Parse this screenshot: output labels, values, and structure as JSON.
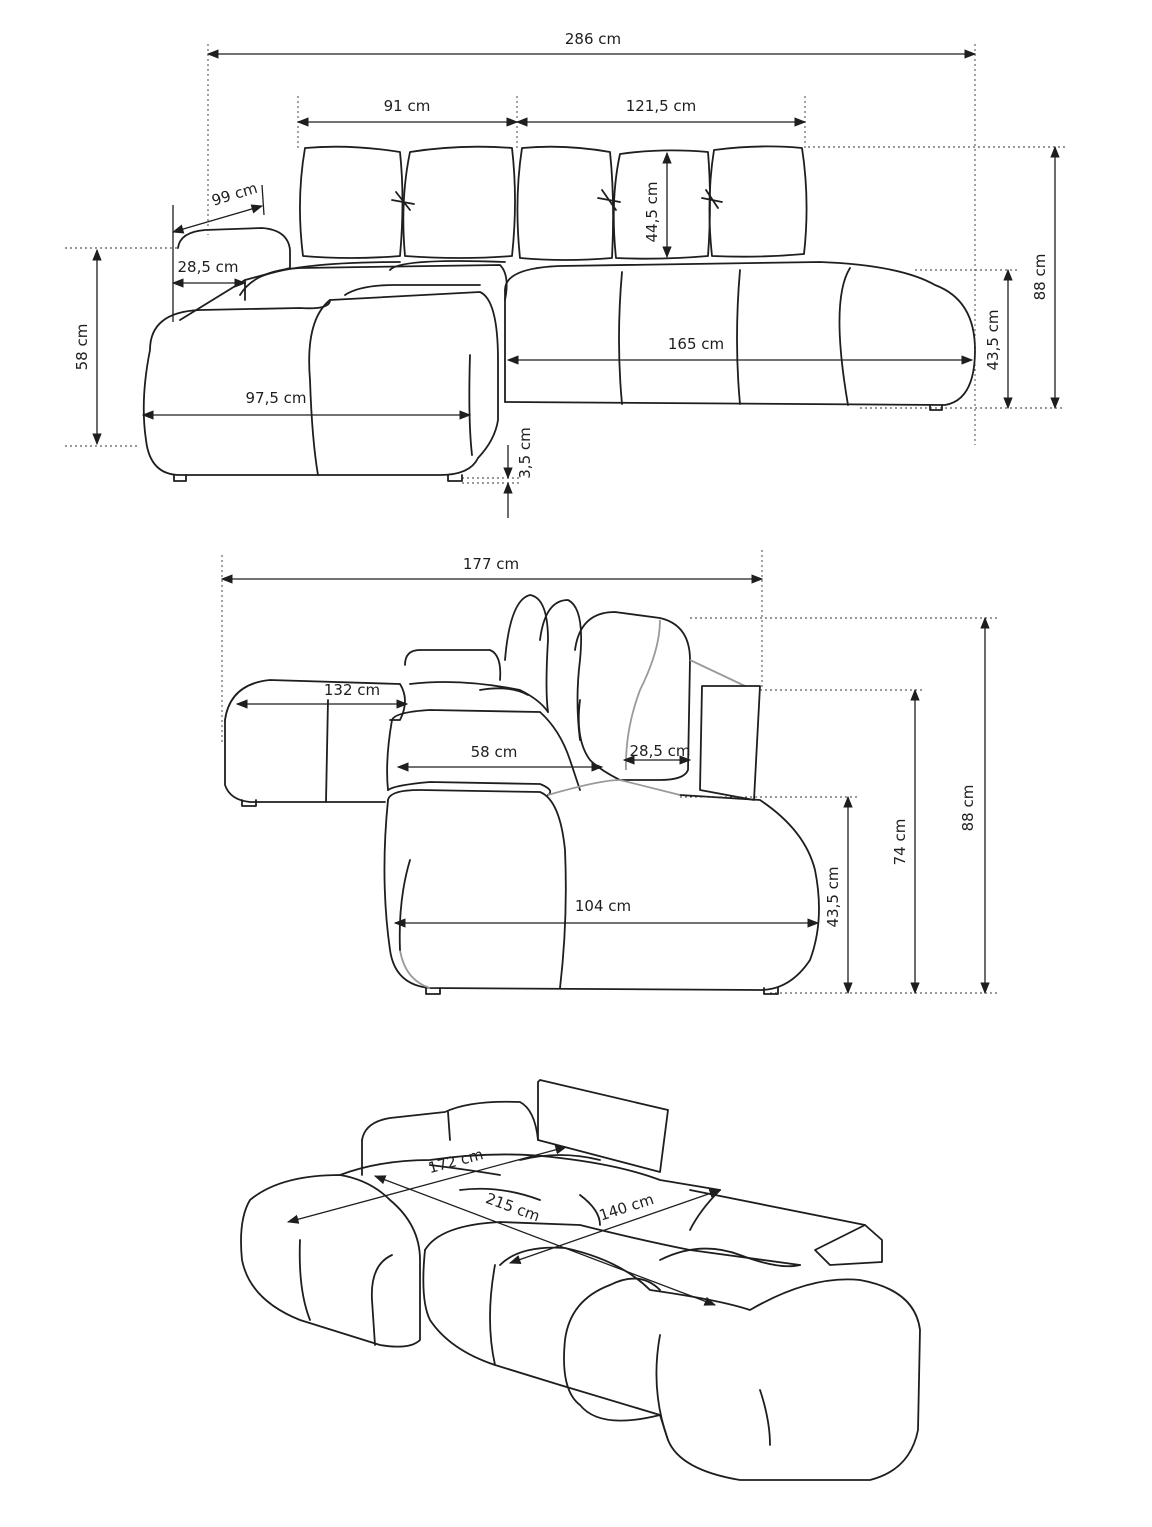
{
  "views": {
    "front": {
      "total_width": "286 cm",
      "back_left_width": "91 cm",
      "back_right_width": "121,5 cm",
      "armrest_depth": "99 cm",
      "armrest_width": "28,5 cm",
      "cushion_height": "44,5 cm",
      "chaise_height": "58 cm",
      "chaise_width": "97,5 cm",
      "seat_width": "165 cm",
      "seat_height": "43,5 cm",
      "total_height": "88 cm",
      "leg_height": "3,5 cm"
    },
    "side": {
      "total_depth": "177 cm",
      "chaise_depth": "132 cm",
      "seat_depth": "58 cm",
      "armrest_width": "28,5 cm",
      "seat_length": "104 cm",
      "seat_height": "43,5 cm",
      "armrest_height": "74 cm",
      "total_height": "88 cm"
    },
    "bed": {
      "bed_width": "172 cm",
      "bed_diagonal": "215 cm",
      "bed_length": "140 cm"
    }
  }
}
